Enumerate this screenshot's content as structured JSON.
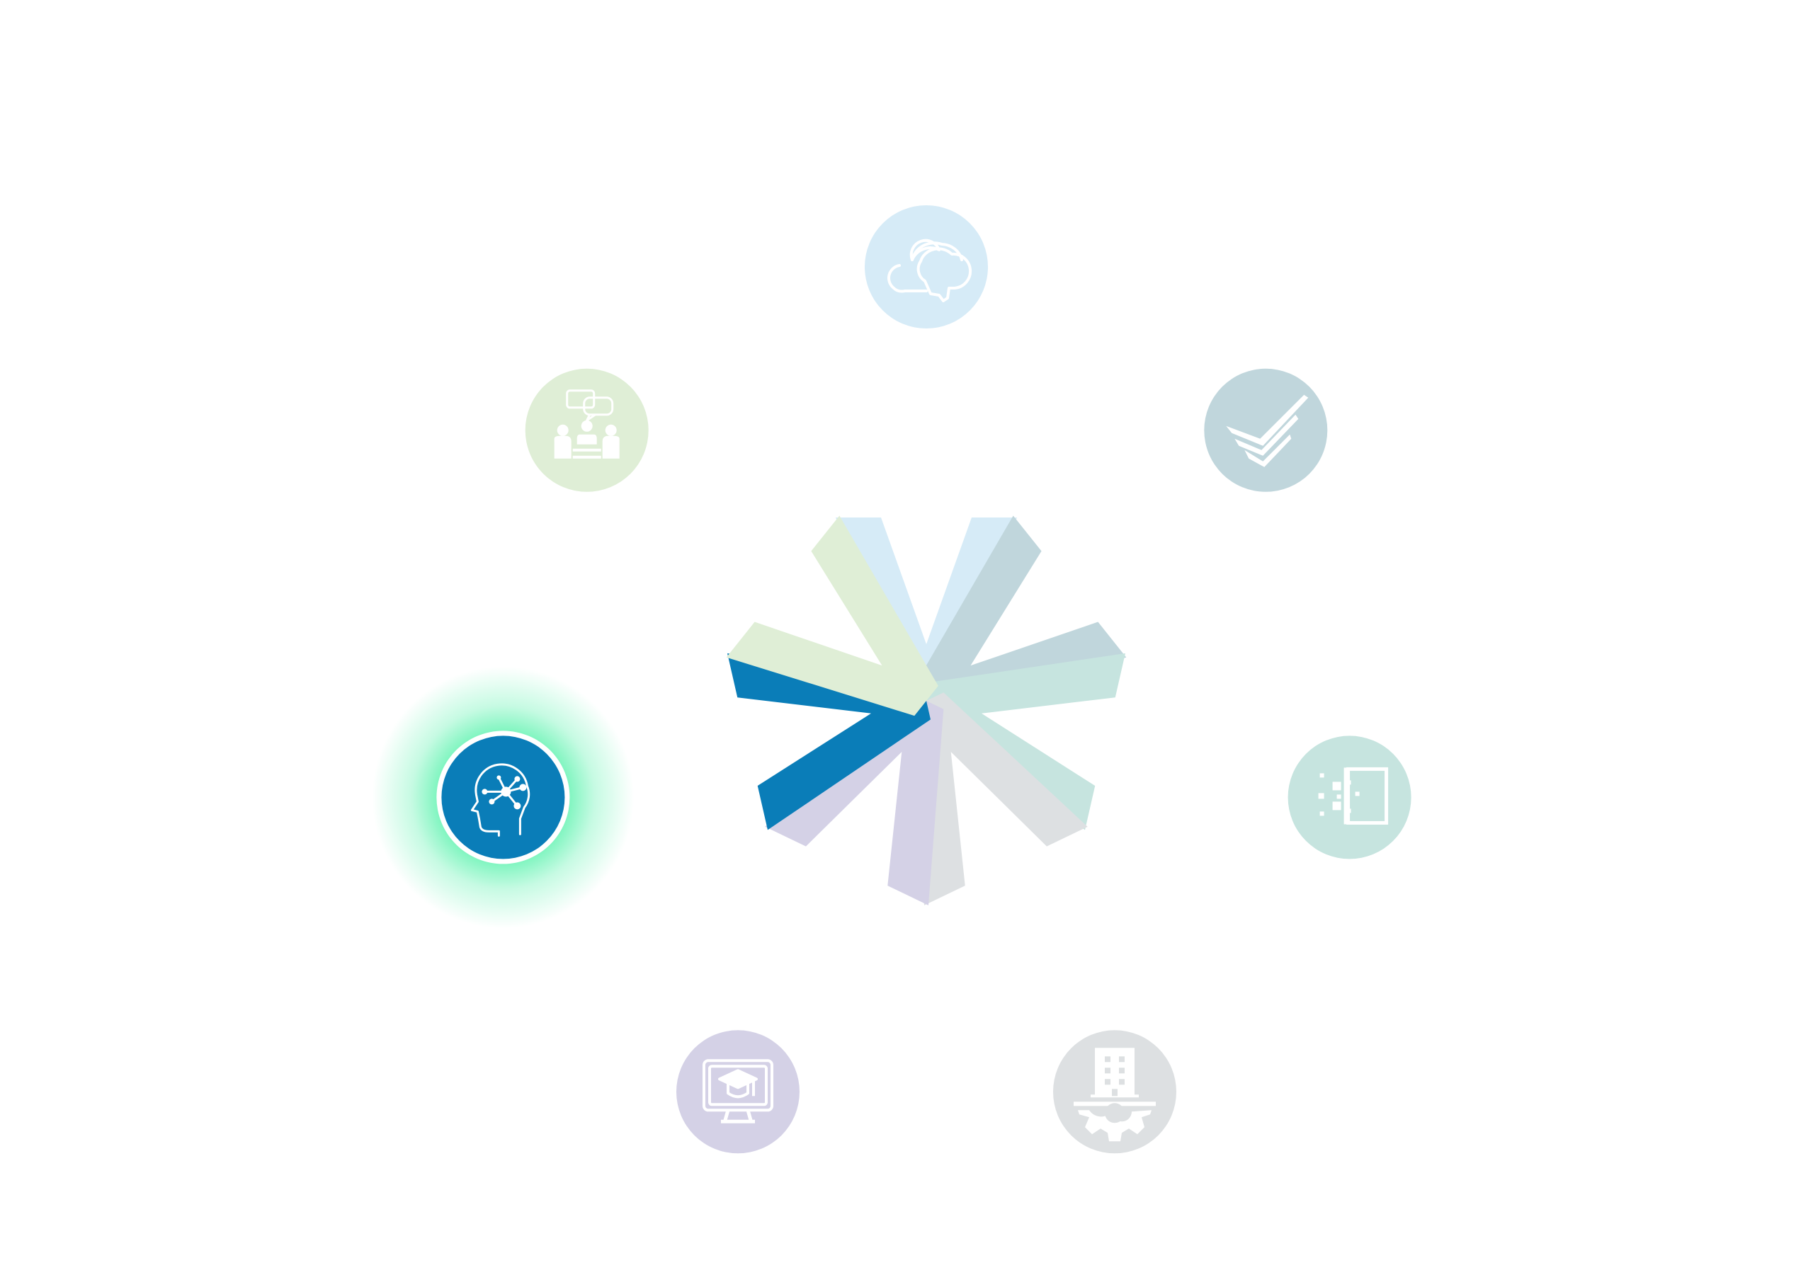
{
  "diagram": {
    "title": "",
    "active_segment": "ai-brain",
    "colors": {
      "active": "#0a7db8",
      "glow": "#5cf2ae"
    },
    "segments": [
      {
        "id": "cloud-brain",
        "icon": "cloud-brain-icon",
        "color": "#d6ebf7"
      },
      {
        "id": "check-layers",
        "icon": "check-layers-icon",
        "color": "#c0d6dc"
      },
      {
        "id": "data-pixels",
        "icon": "data-pixels-icon",
        "color": "#c6e4df"
      },
      {
        "id": "business-gear",
        "icon": "building-gear-icon",
        "color": "#dde0e2"
      },
      {
        "id": "online-learning",
        "icon": "monitor-graduation-icon",
        "color": "#d4d1e6"
      },
      {
        "id": "ai-brain",
        "icon": "ai-brain-icon",
        "color": "#0a7db8"
      },
      {
        "id": "team-discussion",
        "icon": "team-discussion-icon",
        "color": "#dfeed6"
      }
    ]
  }
}
